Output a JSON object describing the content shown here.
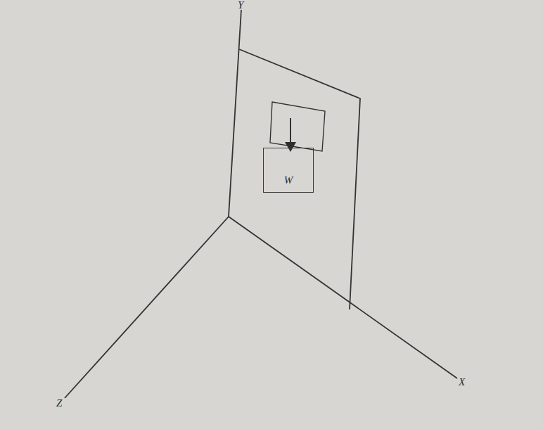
{
  "diagram": {
    "nodes": [
      {
        "text": [
          "W"
        ]
      }
    ],
    "labels": [
      "Y",
      "X",
      "Z"
    ]
  }
}
